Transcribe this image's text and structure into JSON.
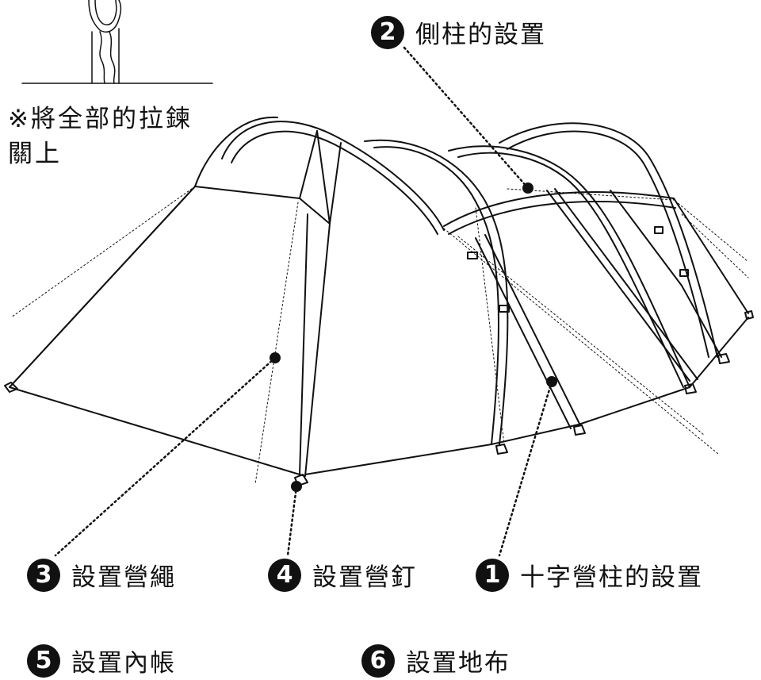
{
  "note": {
    "line1": "※將全部的拉鍊",
    "line2": "關上"
  },
  "steps": [
    {
      "number": "1",
      "text": "十字營柱的設置"
    },
    {
      "number": "2",
      "text": "側柱的設置"
    },
    {
      "number": "3",
      "text": "設置營繩"
    },
    {
      "number": "4",
      "text": "設置營釘"
    },
    {
      "number": "5",
      "text": "設置內帳"
    },
    {
      "number": "6",
      "text": "設置地布"
    }
  ],
  "colors": {
    "ink": "#111111",
    "background": "#ffffff"
  }
}
